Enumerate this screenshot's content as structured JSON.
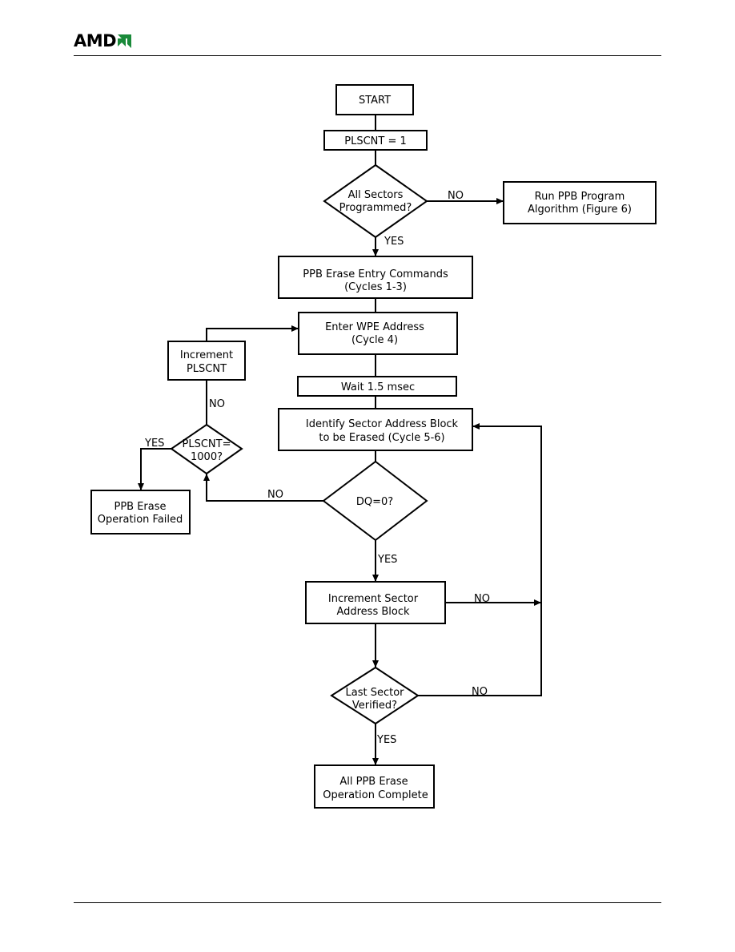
{
  "header": {
    "logo_text": "AMD",
    "logo_icon": "amd-arrow-icon"
  },
  "nodes": {
    "start": [
      "START"
    ],
    "plscnt_init": [
      "PLSCNT = 1"
    ],
    "all_sectors": [
      "All Sectors",
      "Programmed?"
    ],
    "run_ppb": [
      "Run PPB Program",
      "Algorithm (Figure 6)"
    ],
    "erase_entry": [
      "PPB Erase Entry Commands",
      "(Cycles 1-3)"
    ],
    "enter_wpe": [
      "Enter WPE Address",
      "(Cycle 4)"
    ],
    "increment_plscnt": [
      "Increment",
      "PLSCNT"
    ],
    "wait": [
      "Wait 1.5 msec"
    ],
    "identify_sector": [
      "Identify Sector Address Block",
      "to be Erased (Cycle 5-6)"
    ],
    "plscnt_check": [
      "PLSCNT=",
      "1000?"
    ],
    "dq_check": [
      "DQ=0?"
    ],
    "erase_failed": [
      "PPB Erase",
      "Operation Failed"
    ],
    "increment_sector": [
      "Increment Sector",
      "Address Block"
    ],
    "last_sector": [
      "Last Sector",
      "Verified?"
    ],
    "complete": [
      "All PPB Erase",
      "Operation Complete"
    ]
  },
  "edge_labels": {
    "all_sectors_no": "NO",
    "all_sectors_yes": "YES",
    "plscnt_no": "NO",
    "plscnt_yes": "YES",
    "dq_no": "NO",
    "dq_yes": "YES",
    "increment_sector_no": "NO",
    "last_sector_no": "NO",
    "last_sector_yes": "YES"
  }
}
